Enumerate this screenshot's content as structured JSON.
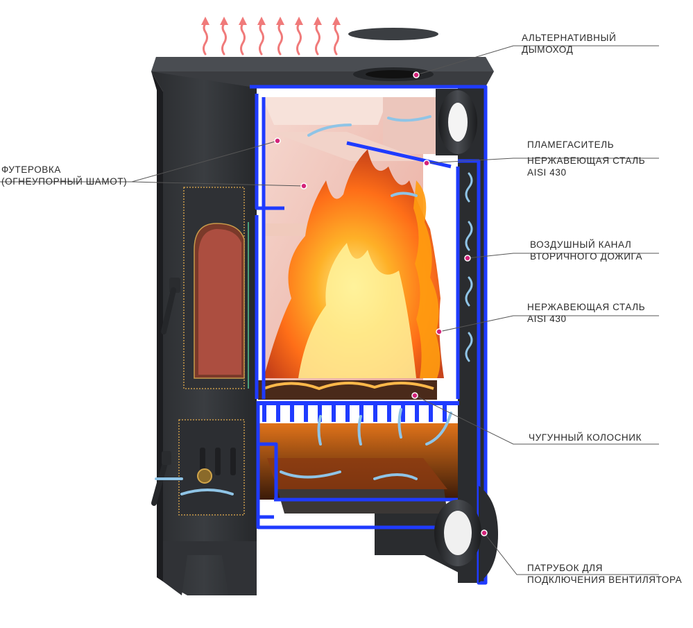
{
  "labels": {
    "alt_chimney": [
      "АЛЬТЕРНАТИВНЫЙ",
      "ДЫМОХОД"
    ],
    "flame_damper": [
      "ПЛАМЕГАСИТЕЛЬ",
      "НЕРЖАВЕЮЩАЯ СТАЛЬ",
      "AISI 430"
    ],
    "air_channel": [
      "ВОЗДУШНЫЙ КАНАЛ",
      "ВТОРИЧНОГО ДОЖИГА"
    ],
    "stainless_steel": [
      "НЕРЖАВЕЮЩАЯ СТАЛЬ",
      "AISI 430"
    ],
    "cast_grate": [
      "ЧУГУННЫЙ КОЛОСНИК"
    ],
    "fan_pipe": [
      "ПАТРУБОК ДЛЯ",
      "ПОДКЛЮЧЕНИЯ ВЕНТИЛЯТОРА"
    ],
    "lining": [
      "ФУТЕРОВКА",
      "(ОГНЕУПОРНЫЙ ШАМОТ)"
    ]
  },
  "colors": {
    "body": "#2b2d30",
    "body_light": "#45484c",
    "section_edge": "#1f3bff",
    "firebrick": "#f1cfc6",
    "flame": "#ff8a00",
    "flame_core": "#fff27a",
    "airflow": "#8fc4e6",
    "heat_arrows": "#f07a7a",
    "marker": "#d4237a",
    "leader": "#555555",
    "text": "#2a2a2a"
  },
  "icons": [
    "heat-wave-arrow",
    "air-flow-arrow",
    "callout-marker"
  ]
}
